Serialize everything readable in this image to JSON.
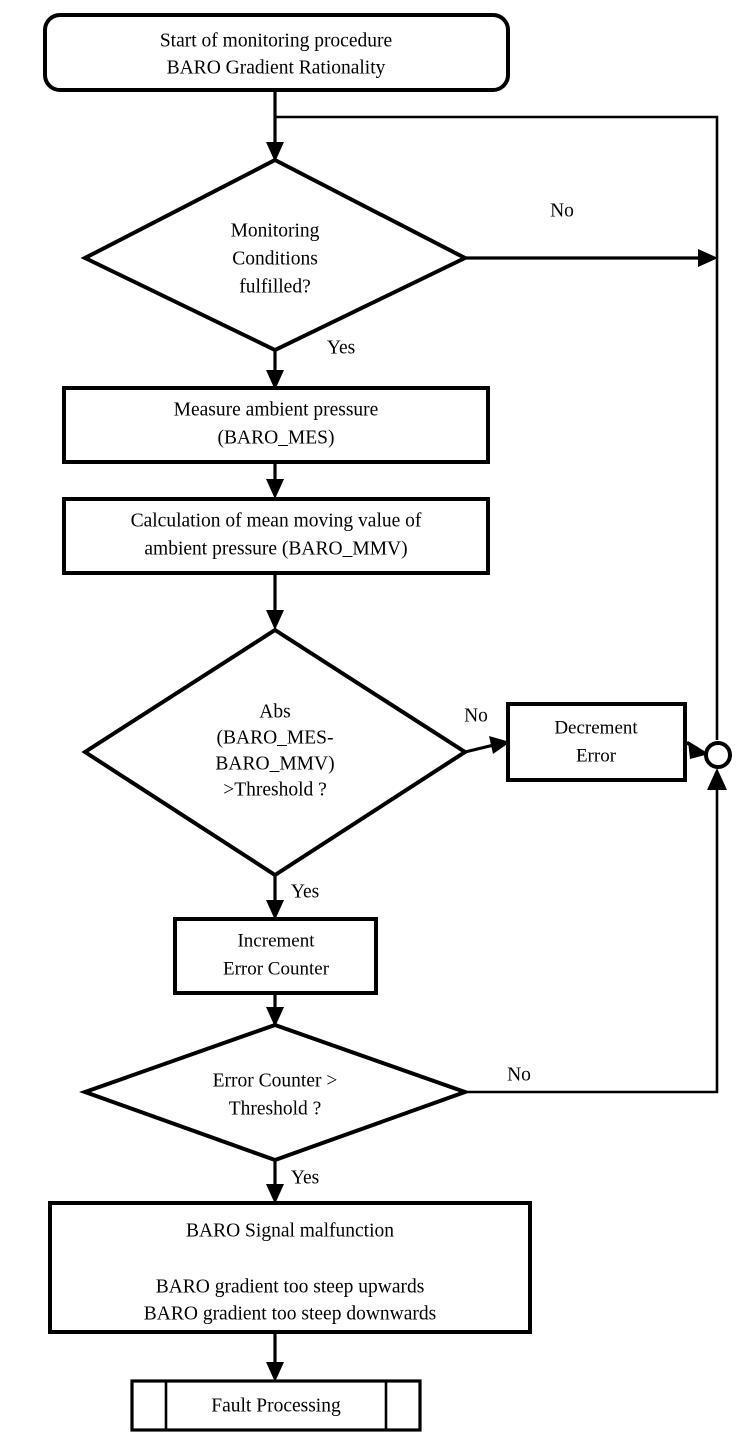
{
  "diagram": {
    "title": "BARO Gradient Rationality monitoring procedure flowchart",
    "type": "flowchart",
    "stroke_color": "#000000",
    "fill_color": "#ffffff"
  },
  "nodes": {
    "start": {
      "shape": "rounded-rectangle",
      "line1": "Start of monitoring procedure",
      "line2": "BARO Gradient Rationality"
    },
    "decision_conditions": {
      "shape": "diamond",
      "line1": "Monitoring",
      "line2": "Conditions",
      "line3": "fulfilled?"
    },
    "measure": {
      "shape": "rectangle",
      "line1": "Measure ambient pressure",
      "line2": "(BARO_MES)"
    },
    "calculation": {
      "shape": "rectangle",
      "line1": "Calculation of mean moving value of",
      "line2": "ambient pressure (BARO_MMV)"
    },
    "decision_abs": {
      "shape": "diamond",
      "line1": "Abs",
      "line2": "(BARO_MES-",
      "line3": "BARO_MMV)",
      "line4": ">Threshold ?"
    },
    "decrement": {
      "shape": "rectangle",
      "line1": "Decrement",
      "line2": "Error"
    },
    "increment": {
      "shape": "rectangle",
      "line1": "Increment",
      "line2": "Error Counter"
    },
    "decision_counter": {
      "shape": "diamond",
      "line1": "Error Counter >",
      "line2": "Threshold ?"
    },
    "malfunction": {
      "shape": "rectangle",
      "line1": "BARO Signal malfunction",
      "line2": "BARO gradient too steep upwards",
      "line3": "BARO gradient too steep downwards"
    },
    "fault_processing": {
      "shape": "predefined-process",
      "label": "Fault Processing"
    },
    "junction": {
      "shape": "circle",
      "label": ""
    }
  },
  "edge_labels": {
    "conditions_no": "No",
    "conditions_yes": "Yes",
    "abs_no": "No",
    "abs_yes": "Yes",
    "counter_no": "No",
    "counter_yes": "Yes"
  }
}
